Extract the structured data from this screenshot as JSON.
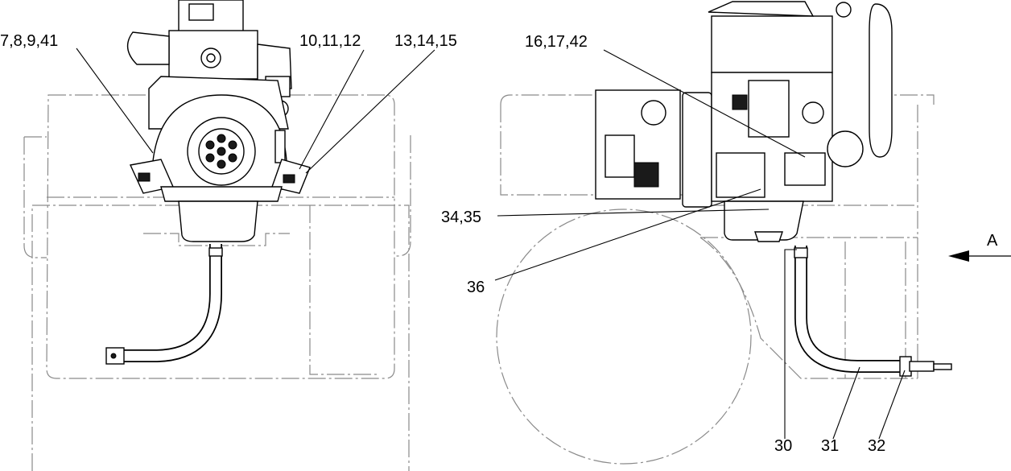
{
  "diagram": {
    "callouts": {
      "left": [
        "7,8,9,41",
        "10,11,12",
        "13,14,15"
      ],
      "right": [
        "16,17,42",
        "34,35",
        "36",
        "30",
        "31",
        "32"
      ],
      "view_label": "A"
    }
  }
}
